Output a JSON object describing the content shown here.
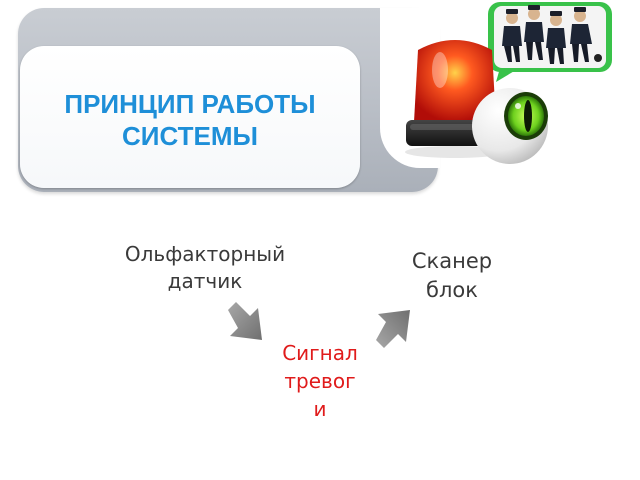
{
  "title": {
    "text": "ПРИНЦИП РАБОТЫ\nСИСТЕМЫ"
  },
  "diagram": {
    "nodes": {
      "olfactory_sensor": "Ольфакторный\nдатчик",
      "alarm_signal": "Сигнал\nтревог\nи",
      "scanner_unit": "Сканер\nблок"
    },
    "flow": [
      "olfactory_sensor",
      "alarm_signal",
      "scanner_unit"
    ]
  },
  "colors": {
    "title": "#1e8fd8",
    "alarm": "#e01b1b",
    "arrow": "#8a8a8a",
    "siren_red": "#d91a10",
    "eye_green": "#6ed11e",
    "bubble_green": "#39c24a"
  },
  "icons": [
    "siren-icon",
    "eye-icon",
    "police-officers-icon",
    "speech-bubble-icon"
  ]
}
